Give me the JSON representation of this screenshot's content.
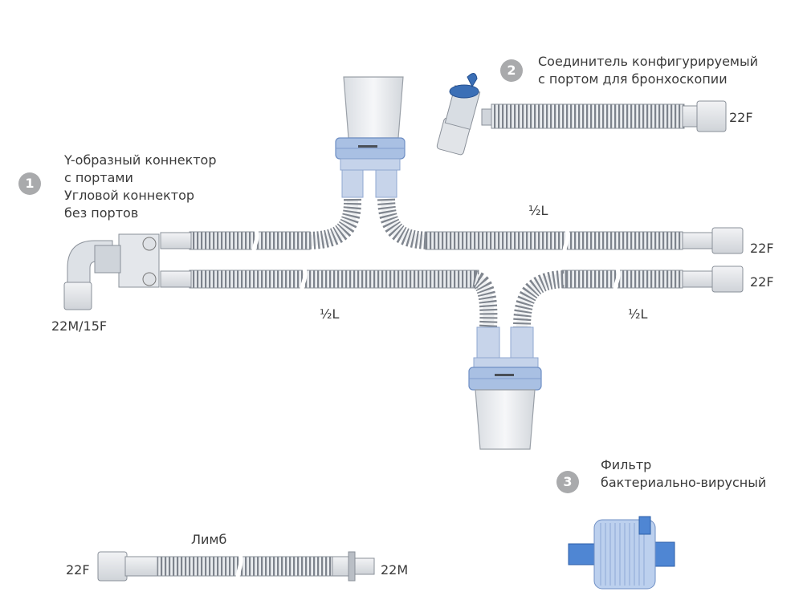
{
  "badges": [
    "1",
    "2",
    "3"
  ],
  "item1": {
    "line1": "Y-образный коннектор",
    "line2": "с портами",
    "line3": "Угловой коннектор",
    "line4": "без портов"
  },
  "item2": {
    "line1": "Соединитель конфигурируемый",
    "line2": "с портом для бронхоскопии"
  },
  "item3": {
    "line1": "Фильтр",
    "line2": "бактериально-вирусный"
  },
  "labels": {
    "port_22m_15f": "22M/15F",
    "port_22f": "22F",
    "half_l": "½L",
    "limb": "Лимб",
    "port_22m": "22M"
  },
  "colors": {
    "tube": "#8a9099",
    "tube_light": "#dfe3e8",
    "connector_blue": "#9db6dc",
    "connector_blue_dark": "#6f8fc4",
    "cup": "#eceef1",
    "port_blue": "#3b6fb6"
  }
}
